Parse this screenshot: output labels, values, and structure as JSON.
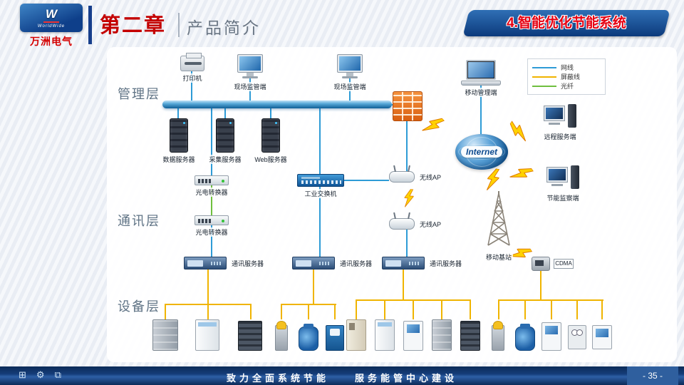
{
  "logo": {
    "mark": "W",
    "world": "WorldWide",
    "brand": "万洲电气"
  },
  "header": {
    "chapter": "第二章",
    "subtitle": "产品简介",
    "banner": "4.智能优化节能系统"
  },
  "legend": {
    "items": [
      {
        "label": "网线",
        "color": "#2e9bd6"
      },
      {
        "label": "屏蔽线",
        "color": "#f0b400"
      },
      {
        "label": "光纤",
        "color": "#6fbf3f"
      }
    ]
  },
  "layers": {
    "management": "管理层",
    "communication": "通讯层",
    "device": "设备层"
  },
  "nodes": {
    "printer": "打印机",
    "monitor1": "现场监管端",
    "monitor2": "现场监管端",
    "data_server": "数据服务器",
    "collect_server": "采集服务器",
    "web_server": "Web服务器",
    "mobile_mgmt": "移动管理端",
    "internet": "Internet",
    "remote_server": "远程服务端",
    "energy_monitor": "节能监察端",
    "optical1": "光电转换器",
    "optical2": "光电转换器",
    "switch": "工业交换机",
    "ap1": "无线AP",
    "ap2": "无线AP",
    "comm1": "通讯服务器",
    "comm2": "通讯服务器",
    "comm3": "通讯服务器",
    "base_station": "移动基站",
    "cdma": "CDMA"
  },
  "footer": {
    "slogan": "致力全面系统节能　　服务能管中心建设",
    "page": "- 35 -"
  }
}
